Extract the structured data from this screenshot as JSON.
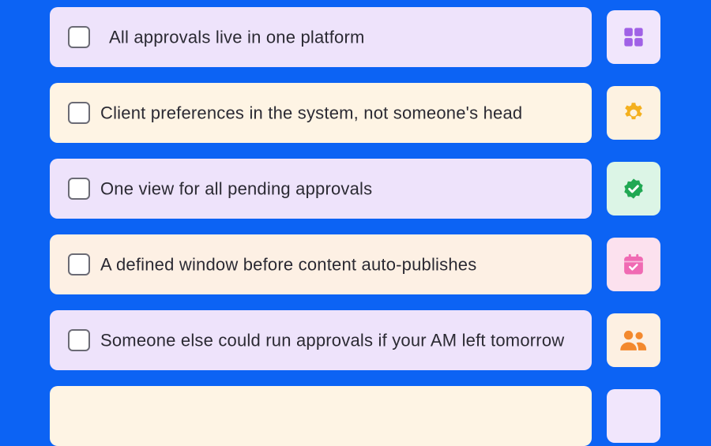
{
  "checklist": {
    "items": [
      {
        "label": "All approvals live in one platform",
        "icon": "grid-icon",
        "card_color": "#EEE3FB",
        "tile_color": "#F1E6FC",
        "icon_color": "#A061E6"
      },
      {
        "label": "Client preferences in the system, not someone's head",
        "icon": "gear-icon",
        "card_color": "#FEF4E4",
        "tile_color": "#FDF2E1",
        "icon_color": "#F4B01E"
      },
      {
        "label": "One view for all pending approvals",
        "icon": "verified-badge-icon",
        "card_color": "#EEE3FB",
        "tile_color": "#DCF5E6",
        "icon_color": "#21A853"
      },
      {
        "label": "A defined window before content auto-publishes",
        "icon": "calendar-check-icon",
        "card_color": "#FDF0E4",
        "tile_color": "#FCE1EE",
        "icon_color": "#F06AB3"
      },
      {
        "label": "Someone else could run approvals if your AM left tomorrow",
        "icon": "users-icon",
        "card_color": "#EEE3FB",
        "tile_color": "#FDF0E2",
        "icon_color": "#F3892E"
      },
      {
        "label": "",
        "icon": "",
        "card_color": "#FEF4E4",
        "tile_color": "#F1E6FC",
        "icon_color": "#A061E6"
      }
    ]
  }
}
